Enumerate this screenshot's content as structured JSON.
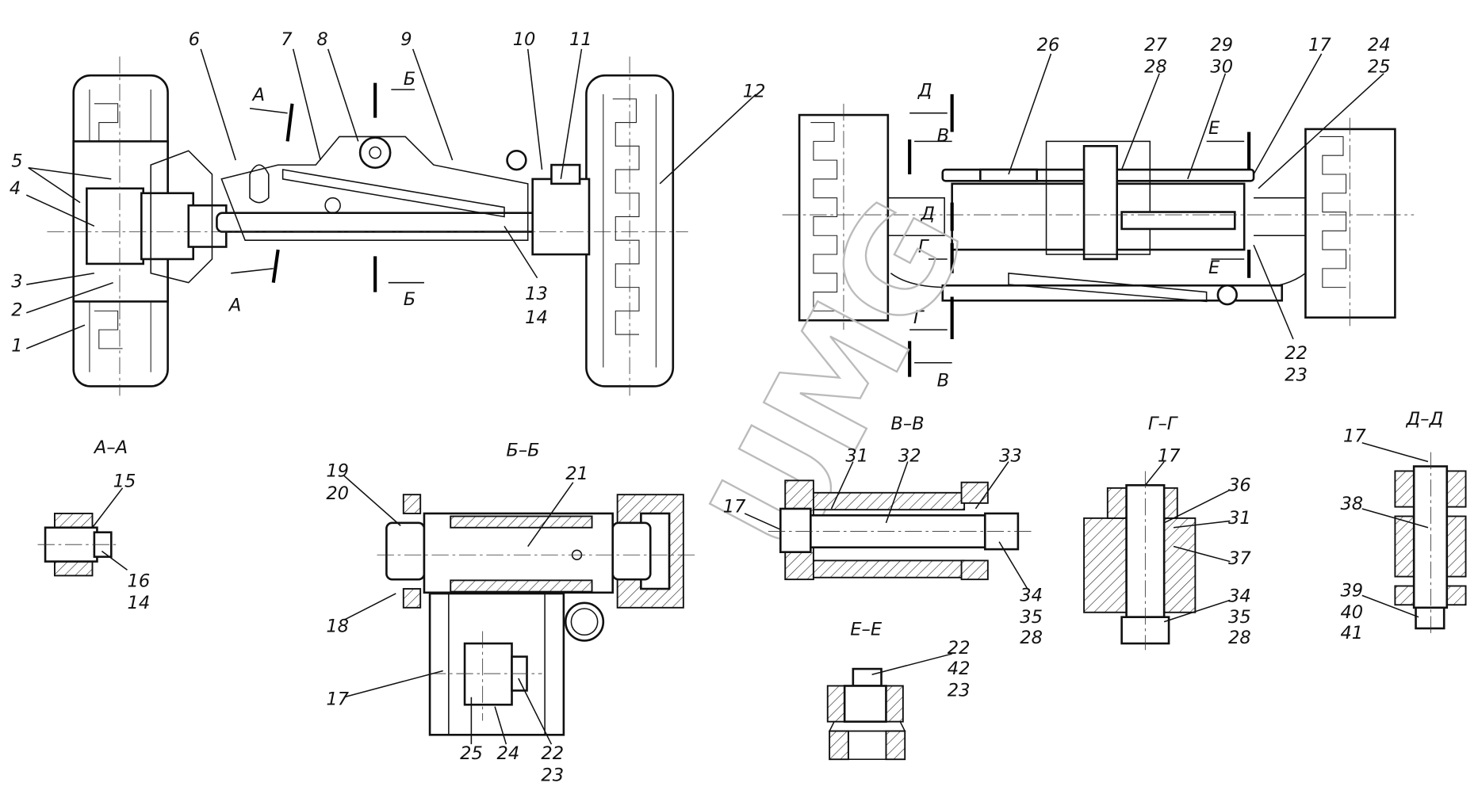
{
  "watermark": "UMG",
  "top_left_view": {
    "callouts": [
      "6",
      "7",
      "8",
      "9",
      "10",
      "11",
      "12",
      "5",
      "4",
      "3",
      "2",
      "1",
      "13",
      "14"
    ],
    "section_marks": [
      "А",
      "А",
      "Б",
      "Б"
    ]
  },
  "top_right_view": {
    "callouts": [
      "26",
      "27",
      "28",
      "29",
      "30",
      "17",
      "24",
      "25",
      "22",
      "23"
    ],
    "section_marks": [
      "Д",
      "В",
      "Е",
      "Д",
      "Г",
      "Е",
      "Г",
      "В"
    ]
  },
  "section_aa": {
    "title": "А–А",
    "callouts": [
      "15",
      "16",
      "14"
    ]
  },
  "section_bb": {
    "title": "Б–Б",
    "callouts": [
      "19",
      "20",
      "21",
      "18",
      "17",
      "25",
      "24",
      "22",
      "23"
    ]
  },
  "section_vv": {
    "title": "В–В",
    "callouts": [
      "31",
      "32",
      "33",
      "17",
      "34",
      "35",
      "28"
    ]
  },
  "section_gg": {
    "title": "Г–Г",
    "callouts": [
      "17",
      "36",
      "31",
      "37",
      "34",
      "35",
      "28"
    ]
  },
  "section_dd": {
    "title": "Д–Д",
    "callouts": [
      "17",
      "38",
      "39",
      "40",
      "41"
    ]
  },
  "section_ee": {
    "title": "Е–Е",
    "callouts": [
      "22",
      "42",
      "23"
    ]
  }
}
